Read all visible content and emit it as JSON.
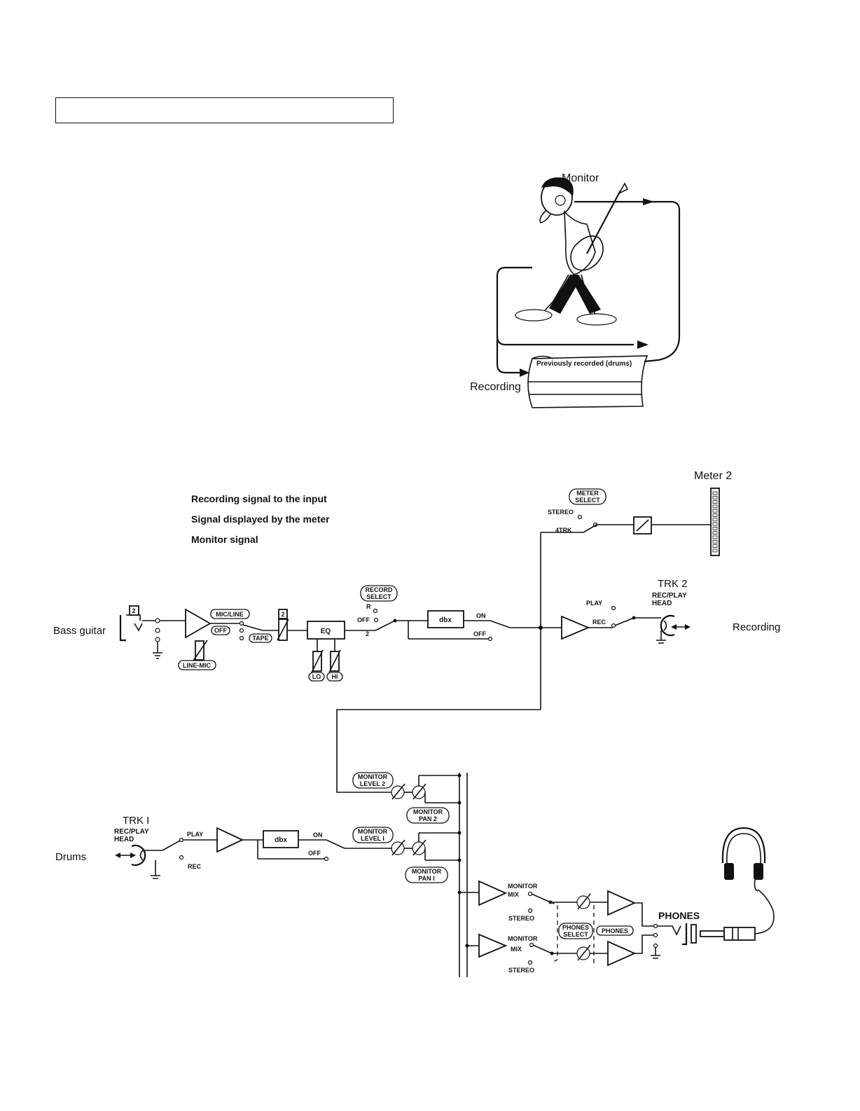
{
  "header_box": {
    "text": ""
  },
  "illustration": {
    "monitor_label": "Monitor",
    "recording_label": "Recording",
    "tape_label": "Previously recorded (drums)"
  },
  "legend": {
    "recording_signal": "Recording signal to the input",
    "meter_signal": "Signal displayed by the meter",
    "monitor_signal": "Monitor signal"
  },
  "diagram": {
    "meter": {
      "title": "Meter 2",
      "select_line1": "METER",
      "select_line2": "SELECT",
      "stereo": "STEREO",
      "fourtrk": "4TRK"
    },
    "input": {
      "source": "Bass guitar",
      "channel": "2",
      "mic_line": "MIC/LINE",
      "off": "OFF",
      "tape": "TAPE",
      "line_mic": "LINE-MIC",
      "trim_channel": "2",
      "eq": "EQ",
      "lo": "LO",
      "hi": "HI",
      "record_select_line1": "RECORD",
      "record_select_line2": "SELECT",
      "rs_r": "R",
      "rs_off": "OFF",
      "rs_2": "2",
      "dbx": "dbx",
      "dbx_on": "ON",
      "dbx_off": "OFF"
    },
    "trk2": {
      "title": "TRK 2",
      "head_line1": "REC/PLAY",
      "head_line2": "HEAD",
      "play": "PLAY",
      "rec": "REC",
      "destination": "Recording"
    },
    "trk1": {
      "source": "Drums",
      "title": "TRK I",
      "head_line1": "REC/PLAY",
      "head_line2": "HEAD",
      "play": "PLAY",
      "rec": "REC",
      "dbx": "dbx",
      "dbx_on": "ON",
      "dbx_off": "OFF"
    },
    "monitor": {
      "level2_line1": "MONITOR",
      "level2_line2": "LEVEL 2",
      "pan2_line1": "MONITOR",
      "pan2_line2": "PAN 2",
      "level1_line1": "MONITOR",
      "level1_line2": "LEVEL I",
      "pan1_line1": "MONITOR",
      "pan1_line2": "PAN I",
      "mix_a_line1": "MONITOR",
      "mix_a_line2": "MIX",
      "stereo_a": "STEREO",
      "mix_b_line1": "MONITOR",
      "mix_b_line2": "MIX",
      "stereo_b": "STEREO",
      "phones_select_line1": "PHONES",
      "phones_select_line2": "SELECT",
      "phones_knob": "PHONES",
      "phones": "PHONES"
    }
  }
}
